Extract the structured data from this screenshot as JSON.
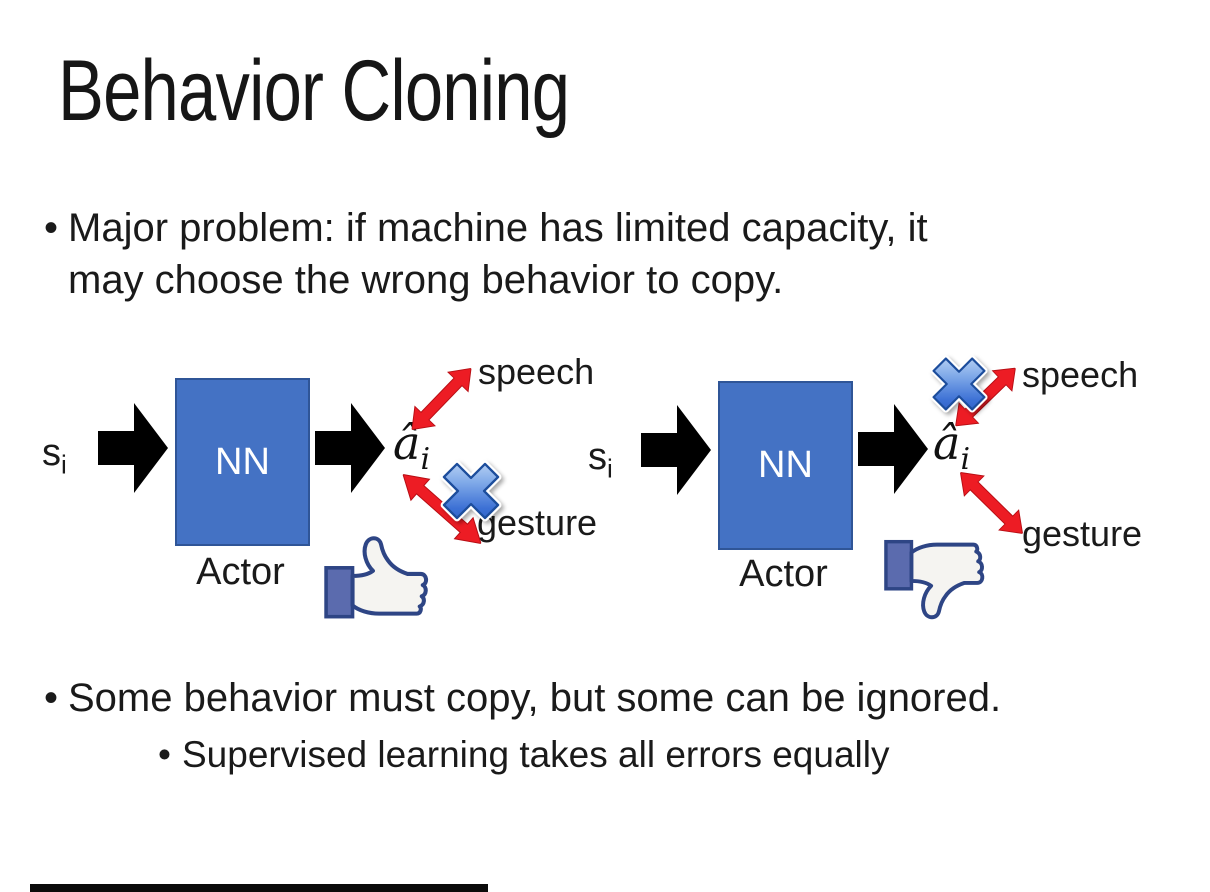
{
  "title": "Behavior Cloning",
  "bullets": {
    "marker": "•",
    "major_problem": "Major problem: if machine has limited capacity, it\nmay choose the wrong behavior to copy.",
    "some_behavior": "Some behavior must copy, but some can be ignored.",
    "supervised": "Supervised learning takes all errors equally"
  },
  "left": {
    "input": "s",
    "input_sub": "i",
    "nn": "NN",
    "output": "â",
    "output_sub": "i",
    "speech": "speech",
    "gesture": "gesture",
    "actor": "Actor",
    "crossed_out": "gesture",
    "feedback_icon": "thumbs-up"
  },
  "right": {
    "input": "s",
    "input_sub": "i",
    "nn": "NN",
    "output": "â",
    "output_sub": "i",
    "speech": "speech",
    "gesture": "gesture",
    "actor": "Actor",
    "crossed_out": "speech",
    "feedback_icon": "thumbs-down"
  },
  "colors": {
    "nn_fill": "#4472C4",
    "nn_border": "#2F5597",
    "flow_arrow_black": "#000000",
    "relation_arrow_red": "#ED1C24",
    "cross_blue": "#3B6FD4",
    "thumb_outline_navy": "#2E4585",
    "thumb_cuff_blue": "#5B6BAE",
    "text_color": "#1a1a1a"
  }
}
